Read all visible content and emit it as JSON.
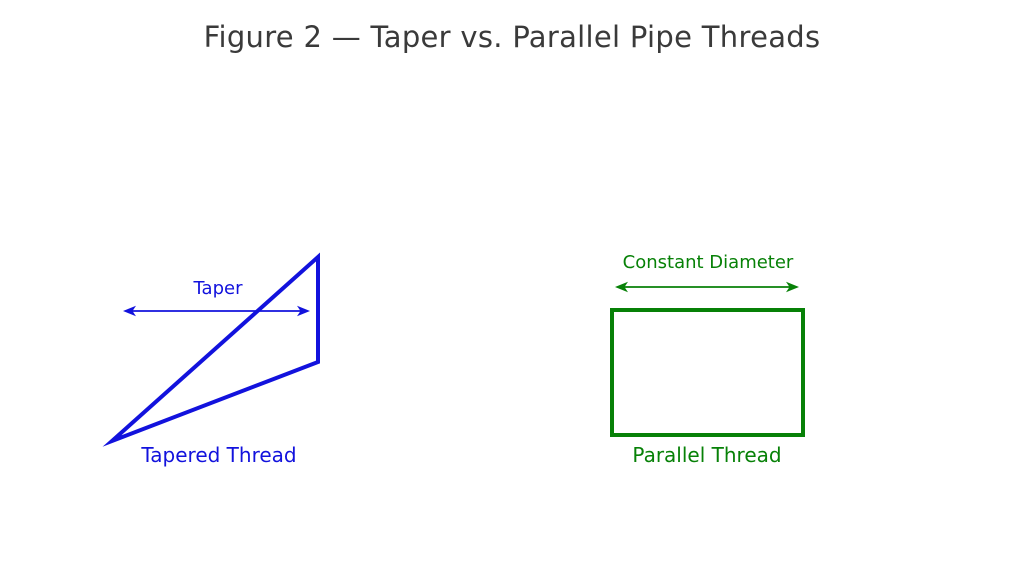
{
  "title": "Figure 2 — Taper vs. Parallel Pipe Threads",
  "colors": {
    "blue": "#1212dd",
    "green": "#078107",
    "title_text": "#3a3a3a",
    "background": "#ffffff"
  },
  "left_diagram": {
    "dimension_label": "Taper",
    "caption": "Tapered Thread"
  },
  "right_diagram": {
    "dimension_label": "Constant Diameter",
    "caption": "Parallel Thread"
  }
}
